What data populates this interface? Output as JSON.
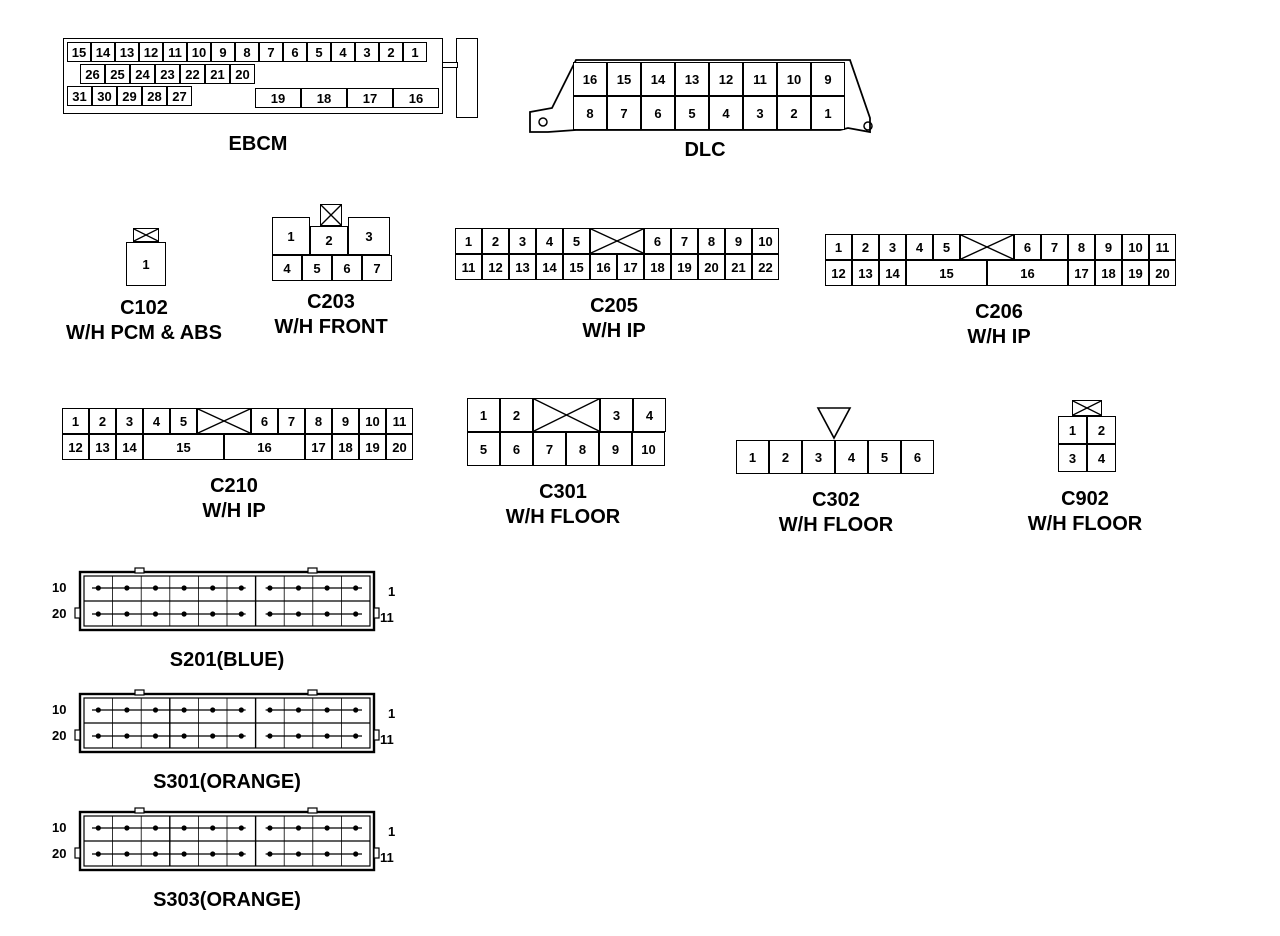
{
  "connectors": [
    {
      "id": "ebcm",
      "name": "EBCM",
      "sub": "",
      "rows": [
        [
          "15",
          "14",
          "13",
          "12",
          "11",
          "10",
          "9",
          "8",
          "7",
          "6",
          "5",
          "4",
          "3",
          "2",
          "1"
        ],
        [
          "26",
          "25",
          "24",
          "23",
          "22",
          "21",
          "20"
        ],
        [
          "31",
          "30",
          "29",
          "28",
          "27",
          "19",
          "18",
          "17",
          "16"
        ]
      ]
    },
    {
      "id": "dlc",
      "name": "DLC",
      "sub": "",
      "rows": [
        [
          "16",
          "15",
          "14",
          "13",
          "12",
          "11",
          "10",
          "9"
        ],
        [
          "8",
          "7",
          "6",
          "5",
          "4",
          "3",
          "2",
          "1"
        ]
      ]
    },
    {
      "id": "c102",
      "name": "C102",
      "sub": "W/H PCM & ABS",
      "rows": [
        [
          "1"
        ]
      ]
    },
    {
      "id": "c203",
      "name": "C203",
      "sub": "W/H FRONT",
      "rows": [
        [
          "1",
          "2",
          "3"
        ],
        [
          "4",
          "5",
          "6",
          "7"
        ]
      ]
    },
    {
      "id": "c205",
      "name": "C205",
      "sub": "W/H IP",
      "rows": [
        [
          "1",
          "2",
          "3",
          "4",
          "5",
          "6",
          "7",
          "8",
          "9",
          "10"
        ],
        [
          "11",
          "12",
          "13",
          "14",
          "15",
          "16",
          "17",
          "18",
          "19",
          "20",
          "21",
          "22"
        ]
      ]
    },
    {
      "id": "c206",
      "name": "C206",
      "sub": "W/H IP",
      "rows": [
        [
          "1",
          "2",
          "3",
          "4",
          "5",
          "6",
          "7",
          "8",
          "9",
          "10",
          "11"
        ],
        [
          "12",
          "13",
          "14",
          "15",
          "16",
          "17",
          "18",
          "19",
          "20"
        ]
      ]
    },
    {
      "id": "c210",
      "name": "C210",
      "sub": "W/H IP",
      "rows": [
        [
          "1",
          "2",
          "3",
          "4",
          "5",
          "6",
          "7",
          "8",
          "9",
          "10",
          "11"
        ],
        [
          "12",
          "13",
          "14",
          "15",
          "16",
          "17",
          "18",
          "19",
          "20"
        ]
      ]
    },
    {
      "id": "c301",
      "name": "C301",
      "sub": "W/H FLOOR",
      "rows": [
        [
          "1",
          "2",
          "3",
          "4"
        ],
        [
          "5",
          "6",
          "7",
          "8",
          "9",
          "10"
        ]
      ]
    },
    {
      "id": "c302",
      "name": "C302",
      "sub": "W/H FLOOR",
      "rows": [
        [
          "1",
          "2",
          "3",
          "4",
          "5",
          "6"
        ]
      ]
    },
    {
      "id": "c902",
      "name": "C902",
      "sub": "W/H FLOOR",
      "rows": [
        [
          "1",
          "2"
        ],
        [
          "3",
          "4"
        ]
      ]
    }
  ],
  "splices": [
    {
      "id": "s201",
      "name": "S201(BLUE)",
      "labels": [
        "10",
        "1",
        "20",
        "11"
      ]
    },
    {
      "id": "s301",
      "name": "S301(ORANGE)",
      "labels": [
        "10",
        "1",
        "20",
        "11"
      ]
    },
    {
      "id": "s303",
      "name": "S303(ORANGE)",
      "labels": [
        "10",
        "1",
        "20",
        "11"
      ]
    }
  ]
}
